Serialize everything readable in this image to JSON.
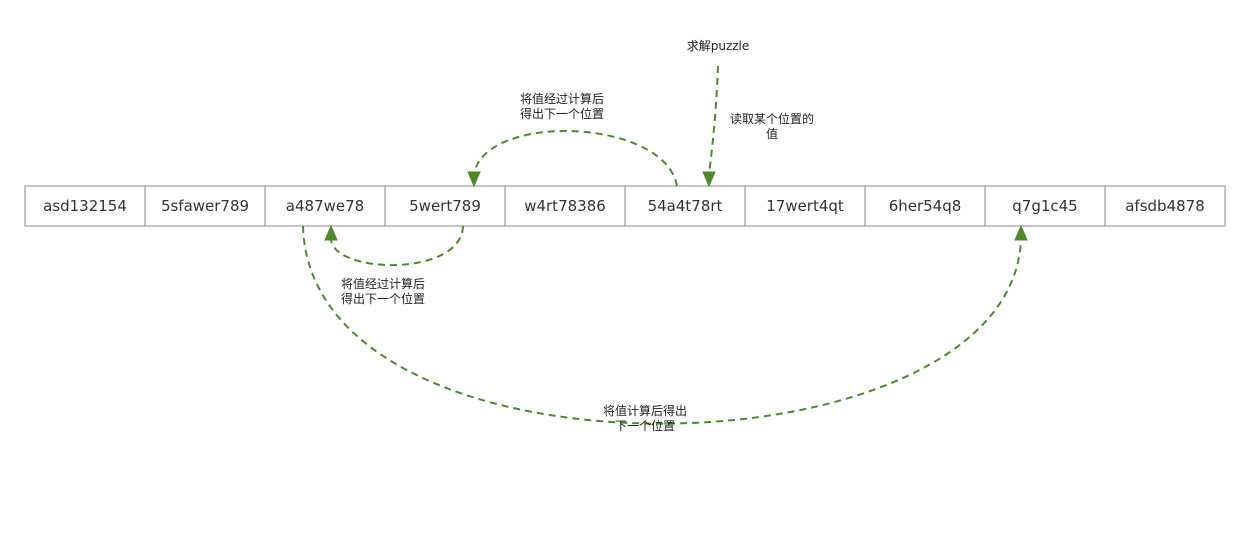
{
  "cells": [
    "asd132154",
    "5sfawer789",
    "a487we78",
    "5wert789",
    "w4rt78386",
    "54a4t78rt",
    "17wert4qt",
    "6her54q8",
    "q7g1c45",
    "afsdb4878"
  ],
  "labels": {
    "solve": "求解puzzle",
    "read_value": [
      "读取某个位置的",
      "值"
    ],
    "compute_top": [
      "将值经过计算后",
      "得出下一个位置"
    ],
    "compute_bottom": [
      "将值经过计算后",
      "得出下一个位置"
    ],
    "compute_long": [
      "将值计算后得出",
      "下一个位置"
    ]
  },
  "colors": {
    "arrow": "#4d8a2a",
    "cell_border": "#8a8a8a"
  }
}
